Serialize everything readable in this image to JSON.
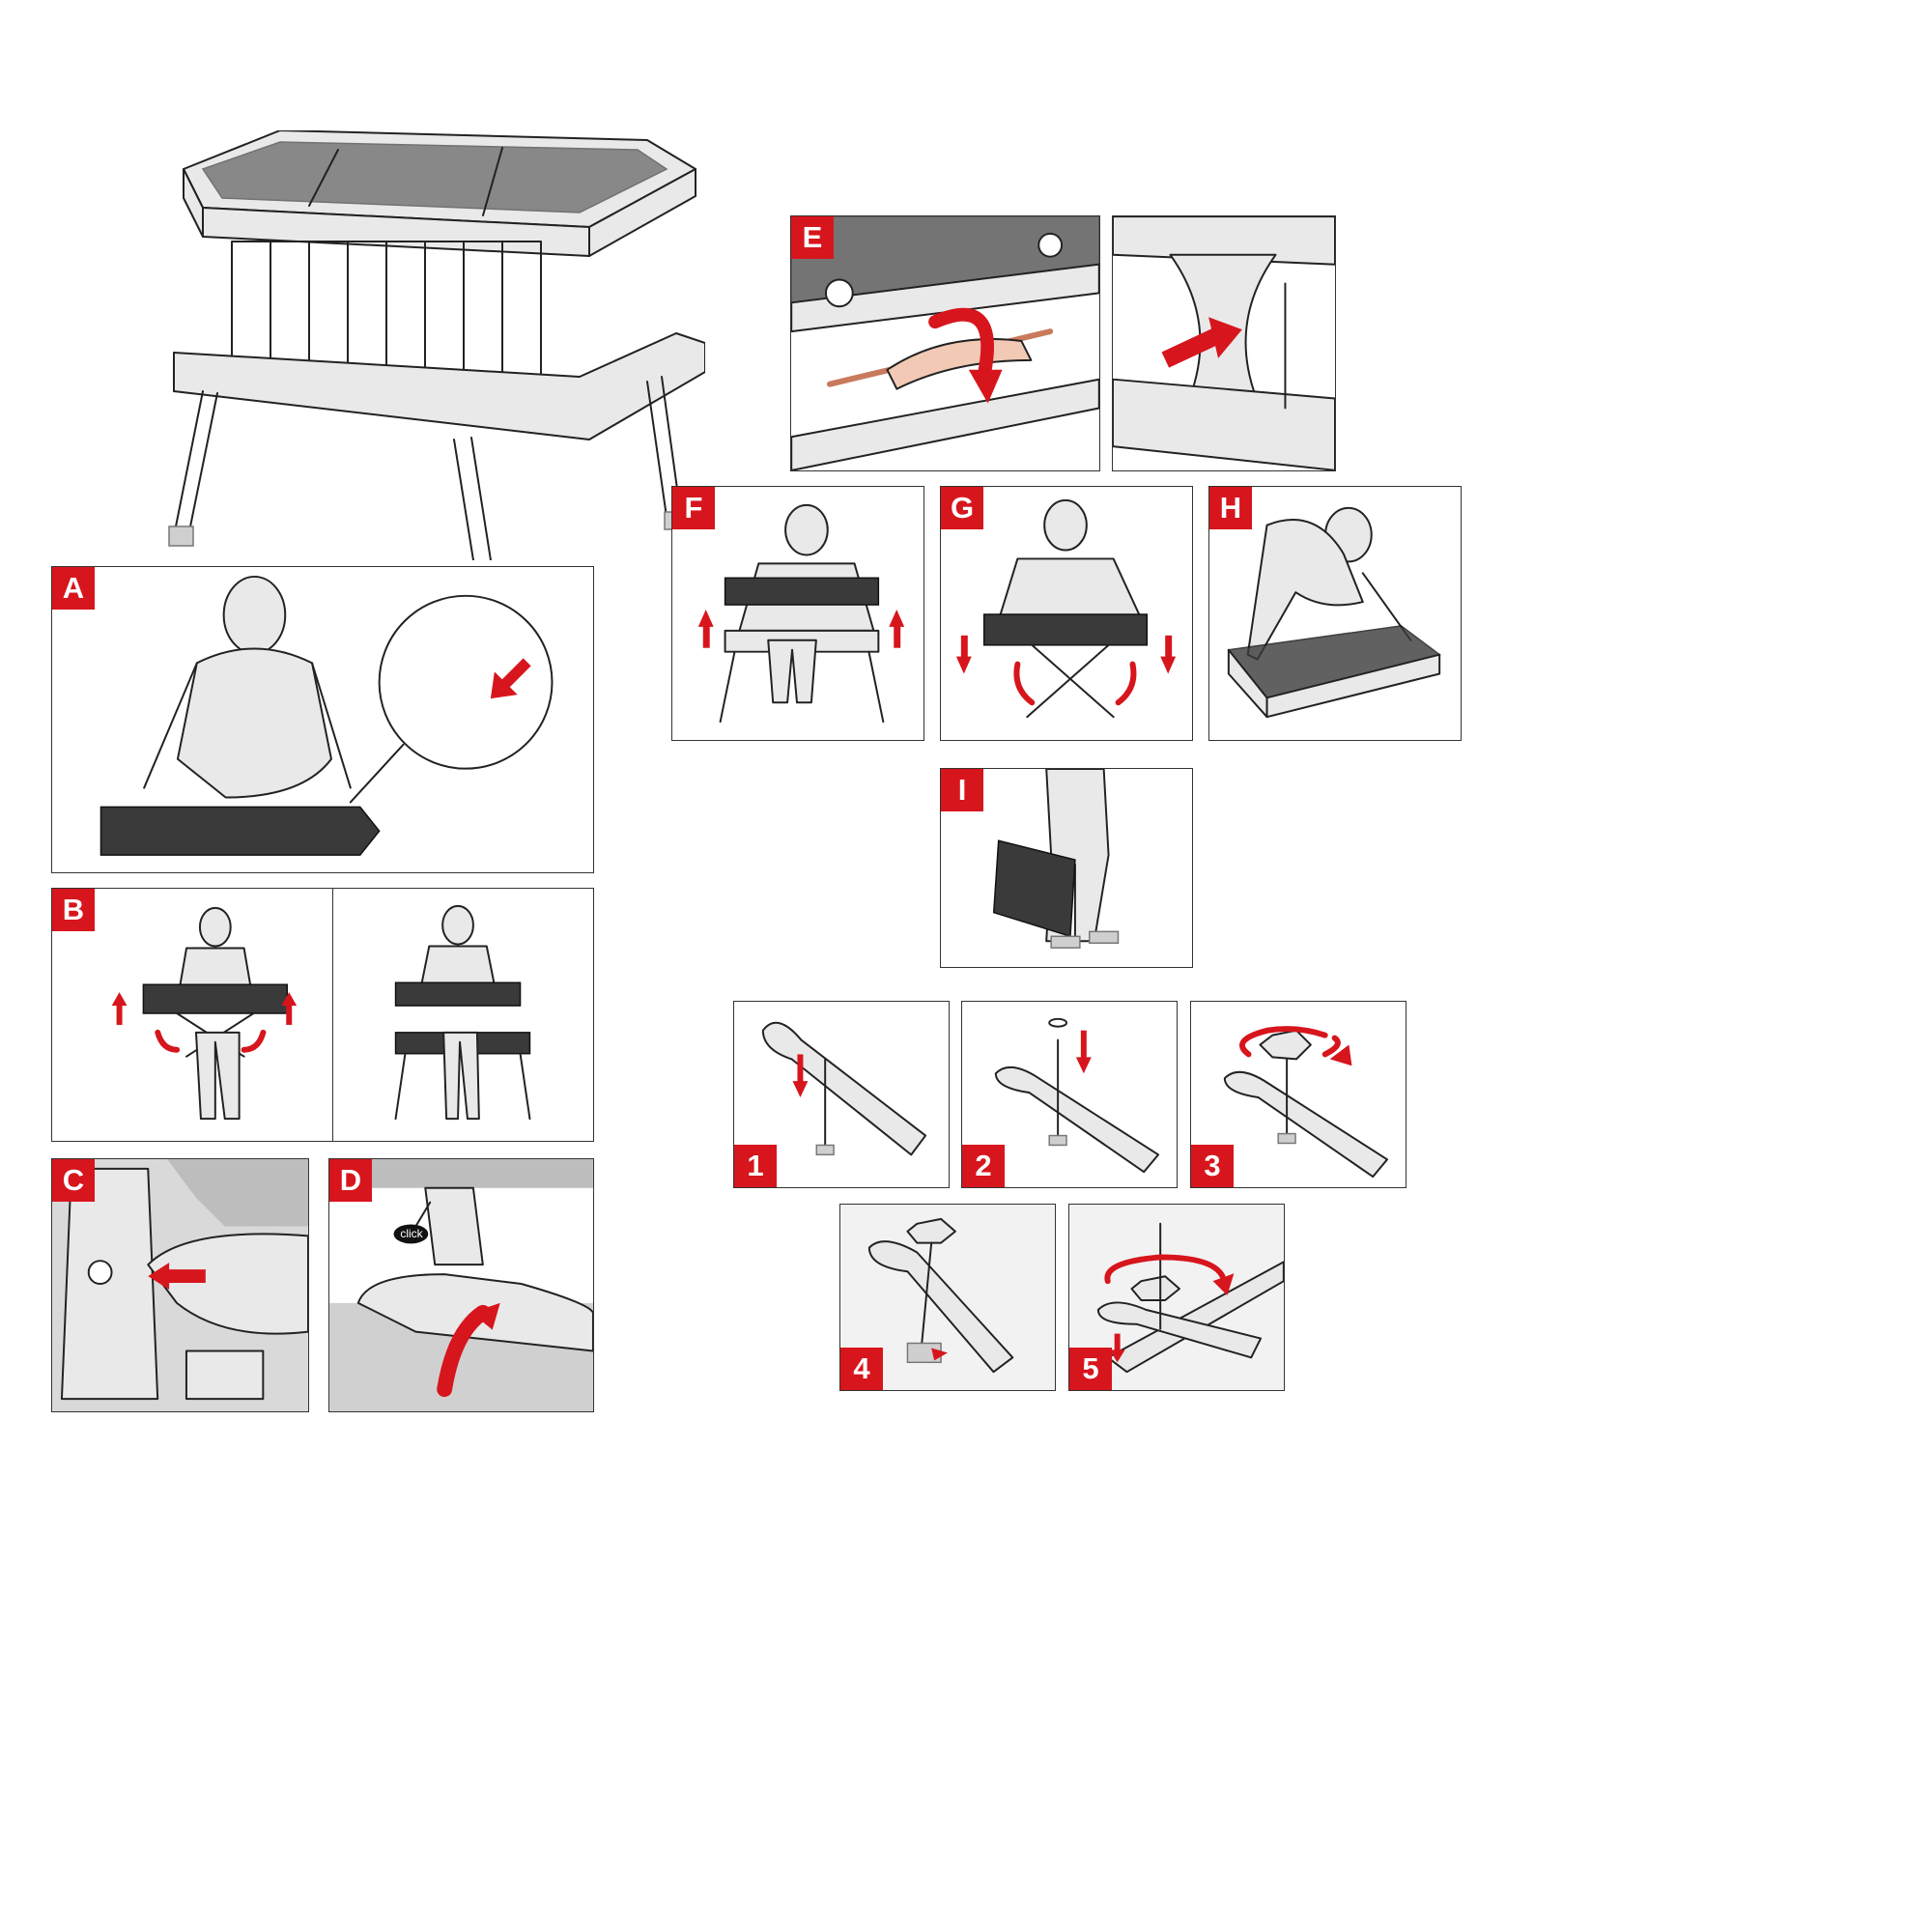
{
  "panels": {
    "A": {
      "label": "A"
    },
    "B": {
      "label": "B"
    },
    "C": {
      "label": "C"
    },
    "D": {
      "label": "D",
      "click_text": "click"
    },
    "E": {
      "label": "E"
    },
    "F": {
      "label": "F"
    },
    "G": {
      "label": "G"
    },
    "H": {
      "label": "H"
    },
    "I": {
      "label": "I"
    }
  },
  "steps": {
    "s1": {
      "label": "1"
    },
    "s2": {
      "label": "2"
    },
    "s3": {
      "label": "3"
    },
    "s4": {
      "label": "4"
    },
    "s5": {
      "label": "5"
    }
  },
  "colors": {
    "accent": "#d7151d",
    "line": "#222222",
    "panel_border": "#333333"
  }
}
